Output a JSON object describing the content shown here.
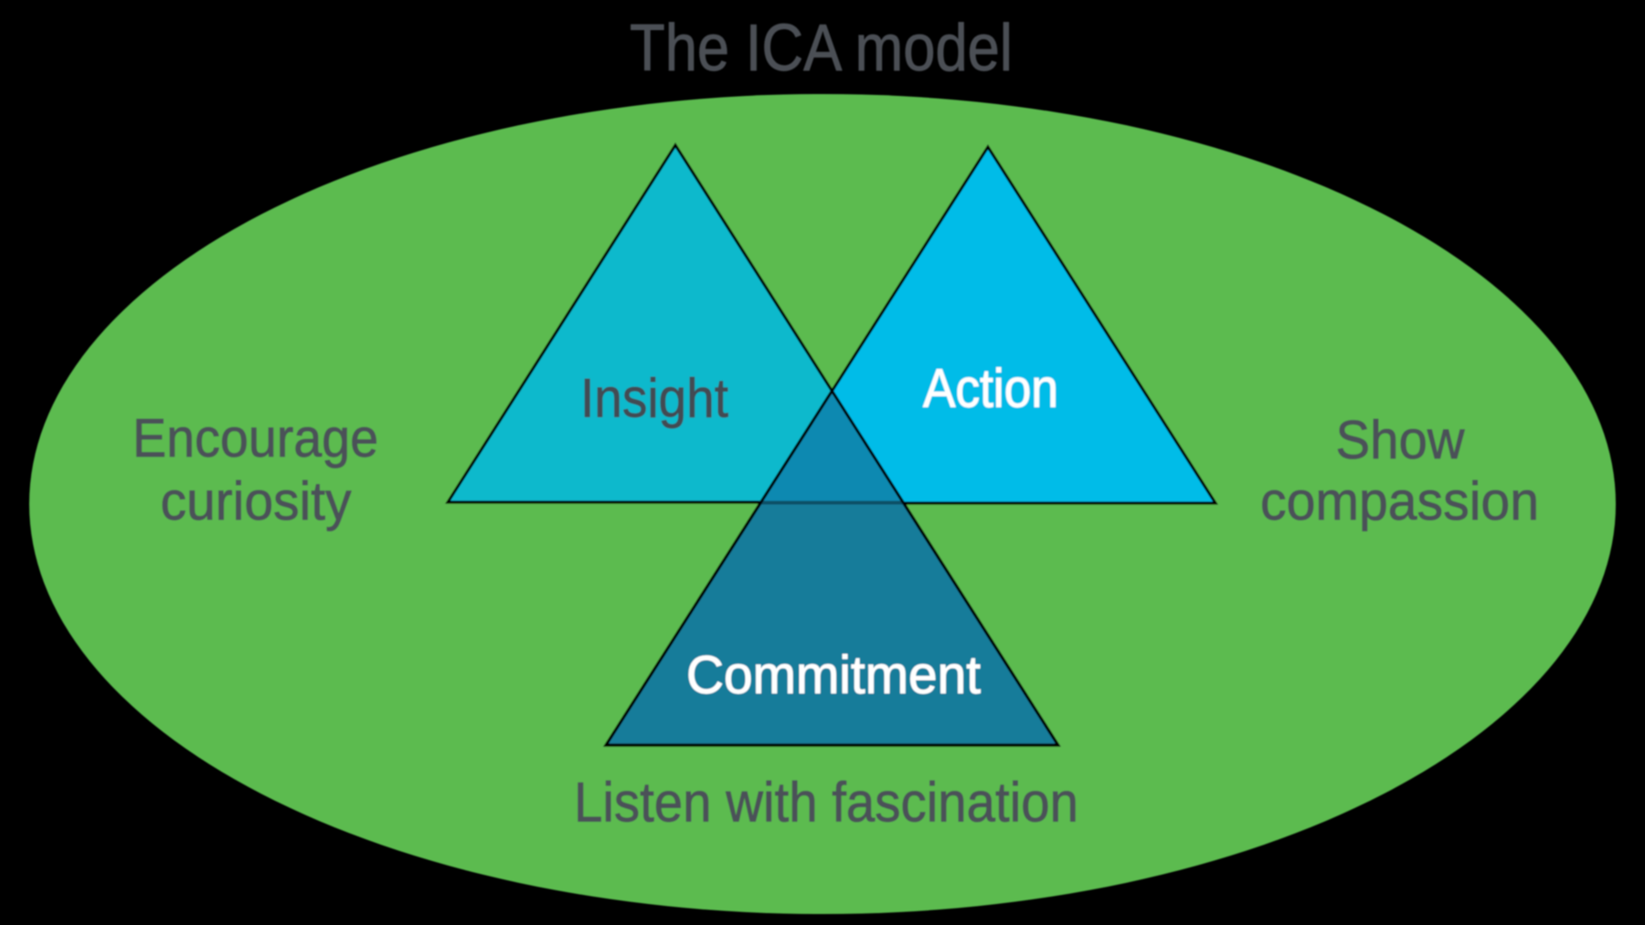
{
  "title": "The ICA model",
  "diagram": {
    "triangles": [
      {
        "id": "insight",
        "label": "Insight"
      },
      {
        "id": "action",
        "label": "Action"
      },
      {
        "id": "commitment",
        "label": "Commitment"
      }
    ],
    "annotations": {
      "left": {
        "line1": "Encourage",
        "line2": "curiosity"
      },
      "right": {
        "line1": "Show",
        "line2": "compassion"
      },
      "bottom": {
        "line1": "Listen with fascination"
      }
    }
  },
  "colors": {
    "background": "#000000",
    "ellipse_green": "#5cbb4f",
    "insight_teal": "#0fb9cc",
    "action_cyan": "#00bce8",
    "commitment_blue": "#177c9a",
    "commitment_over_triangles": "#1189b1",
    "base_line_under_commitment": "#0c4f66",
    "outline_black": "#000000",
    "title_gray": "#4b4f55",
    "annotation_gray": "#4b5158",
    "insight_label_gray": "#424b52",
    "light_label_white": "#ffffff"
  }
}
